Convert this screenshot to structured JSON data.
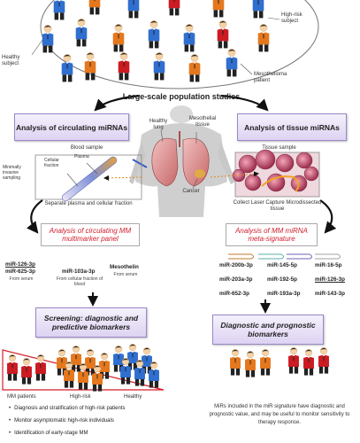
{
  "population": {
    "title": "Large-scale population studies",
    "healthy_label": "Healthy subject",
    "highrisk_label": "High-risk subject",
    "patient_label": "Mesothelioma patient"
  },
  "circulating": {
    "title": "Analysis of circulating miRNAs",
    "blood_sample": "Blood sample",
    "cellular_fraction": "Cellular fraction",
    "plasma": "Plasma",
    "sampling": "Minimally invasive sampling",
    "separate": "Separate plasma and cellular fraction",
    "panel": "Analysis of circulating MM multimarker panel",
    "markers": [
      {
        "name": "miR-126-3p",
        "underline": true
      },
      {
        "name": "miR-625-3p",
        "underline": false
      },
      {
        "name": "miR-103a-3p",
        "underline": false
      },
      {
        "name": "Mesothelin",
        "underline": false
      }
    ],
    "from_serum_1": "From serum",
    "from_cellular": "From cellular fraction of blood",
    "from_serum_2": "From serum",
    "screening": "Screening: diagnostic and predictive biomarkers",
    "groups": [
      "MM patients",
      "High-risk",
      "Healthy"
    ],
    "bullets": [
      "Diagnosis and stratification of high-risk patients",
      "Monitor asymptomatic high-risk individuals",
      "Identification of early-stage MM"
    ]
  },
  "center": {
    "healthy_lung": "Healthy lung",
    "mesothelial_tissue": "Mesothelial tissue",
    "cancer": "Cancer"
  },
  "tissue": {
    "title": "Analysis of tissue miRNAs",
    "tissue_sample": "Tissue sample",
    "collect": "Collect Laser Capture Microdissected tissue",
    "signature": "Analysis of MM miRNA meta-signature",
    "mirs": [
      {
        "name": "miR-200b-3p",
        "underline": false
      },
      {
        "name": "miR-145-5p",
        "underline": false
      },
      {
        "name": "miR-16-5p",
        "underline": false
      },
      {
        "name": "miR-203a-3p",
        "underline": false
      },
      {
        "name": "miR-192-5p",
        "underline": false
      },
      {
        "name": "miR-126-3p",
        "underline": true
      },
      {
        "name": "miR-652-3p",
        "underline": false
      },
      {
        "name": "miR-193a-3p",
        "underline": false
      },
      {
        "name": "miR-143-3p",
        "underline": false
      }
    ],
    "dp_title": "Diagnostic and prognostic biomarkers",
    "note": "MiRs included in the miR signature have diagnostic and prognostic value, and may be useful to monitor sensitivity to therapy response."
  },
  "colors": {
    "blue_person": "#2f6fd0",
    "orange_person": "#e5781d",
    "red_person": "#cc1b22",
    "accent_red": "#d01f2e",
    "box_border": "#9a86c8"
  }
}
